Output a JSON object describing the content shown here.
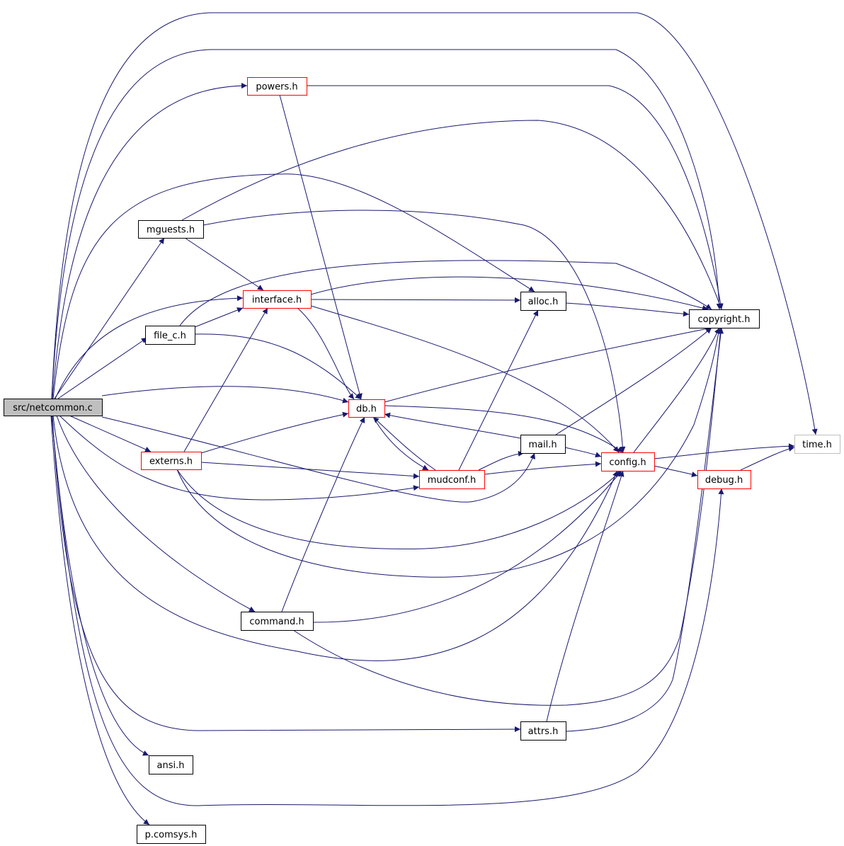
{
  "colors": {
    "edge": "#191970",
    "node_border_default": "#000000",
    "node_border_truncated": "#ff0000",
    "node_border_external": "#bfbfbf",
    "root_fill": "#bfbfbf"
  },
  "nodes": [
    {
      "id": "netcommon",
      "label": "src/netcommon.c",
      "kind": "root"
    },
    {
      "id": "powers",
      "label": "powers.h",
      "kind": "truncated"
    },
    {
      "id": "mguests",
      "label": "mguests.h",
      "kind": "normal"
    },
    {
      "id": "interface",
      "label": "interface.h",
      "kind": "truncated"
    },
    {
      "id": "file_c",
      "label": "file_c.h",
      "kind": "normal"
    },
    {
      "id": "alloc",
      "label": "alloc.h",
      "kind": "normal"
    },
    {
      "id": "copyright",
      "label": "copyright.h",
      "kind": "normal"
    },
    {
      "id": "db",
      "label": "db.h",
      "kind": "truncated"
    },
    {
      "id": "mail",
      "label": "mail.h",
      "kind": "normal"
    },
    {
      "id": "externs",
      "label": "externs.h",
      "kind": "truncated"
    },
    {
      "id": "mudconf",
      "label": "mudconf.h",
      "kind": "truncated"
    },
    {
      "id": "config",
      "label": "config.h",
      "kind": "truncated"
    },
    {
      "id": "time",
      "label": "time.h",
      "kind": "external"
    },
    {
      "id": "debug",
      "label": "debug.h",
      "kind": "truncated"
    },
    {
      "id": "command",
      "label": "command.h",
      "kind": "normal"
    },
    {
      "id": "attrs",
      "label": "attrs.h",
      "kind": "normal"
    },
    {
      "id": "ansi",
      "label": "ansi.h",
      "kind": "normal"
    },
    {
      "id": "pcomsys",
      "label": "p.comsys.h",
      "kind": "normal"
    }
  ],
  "edges": [
    [
      "netcommon",
      "time"
    ],
    [
      "netcommon",
      "copyright"
    ],
    [
      "netcommon",
      "powers"
    ],
    [
      "netcommon",
      "alloc"
    ],
    [
      "netcommon",
      "mguests"
    ],
    [
      "netcommon",
      "interface"
    ],
    [
      "netcommon",
      "file_c"
    ],
    [
      "netcommon",
      "db"
    ],
    [
      "netcommon",
      "externs"
    ],
    [
      "netcommon",
      "mail"
    ],
    [
      "netcommon",
      "mudconf"
    ],
    [
      "netcommon",
      "command"
    ],
    [
      "netcommon",
      "config"
    ],
    [
      "netcommon",
      "attrs"
    ],
    [
      "netcommon",
      "ansi"
    ],
    [
      "netcommon",
      "debug"
    ],
    [
      "netcommon",
      "pcomsys"
    ],
    [
      "powers",
      "copyright"
    ],
    [
      "powers",
      "db"
    ],
    [
      "mguests",
      "copyright"
    ],
    [
      "mguests",
      "config"
    ],
    [
      "mguests",
      "interface"
    ],
    [
      "interface",
      "alloc"
    ],
    [
      "interface",
      "copyright"
    ],
    [
      "interface",
      "db"
    ],
    [
      "interface",
      "config"
    ],
    [
      "file_c",
      "interface"
    ],
    [
      "file_c",
      "copyright"
    ],
    [
      "file_c",
      "db"
    ],
    [
      "alloc",
      "copyright"
    ],
    [
      "db",
      "copyright"
    ],
    [
      "db",
      "config"
    ],
    [
      "db",
      "mudconf"
    ],
    [
      "mail",
      "db"
    ],
    [
      "mail",
      "config"
    ],
    [
      "mail",
      "copyright"
    ],
    [
      "externs",
      "interface"
    ],
    [
      "externs",
      "db"
    ],
    [
      "externs",
      "mudconf"
    ],
    [
      "externs",
      "config"
    ],
    [
      "externs",
      "copyright"
    ],
    [
      "mudconf",
      "alloc"
    ],
    [
      "mudconf",
      "db"
    ],
    [
      "mudconf",
      "mail"
    ],
    [
      "mudconf",
      "config"
    ],
    [
      "config",
      "copyright"
    ],
    [
      "config",
      "time"
    ],
    [
      "config",
      "debug"
    ],
    [
      "debug",
      "time"
    ],
    [
      "command",
      "db"
    ],
    [
      "command",
      "config"
    ],
    [
      "command",
      "copyright"
    ],
    [
      "attrs",
      "config"
    ],
    [
      "attrs",
      "copyright"
    ]
  ]
}
